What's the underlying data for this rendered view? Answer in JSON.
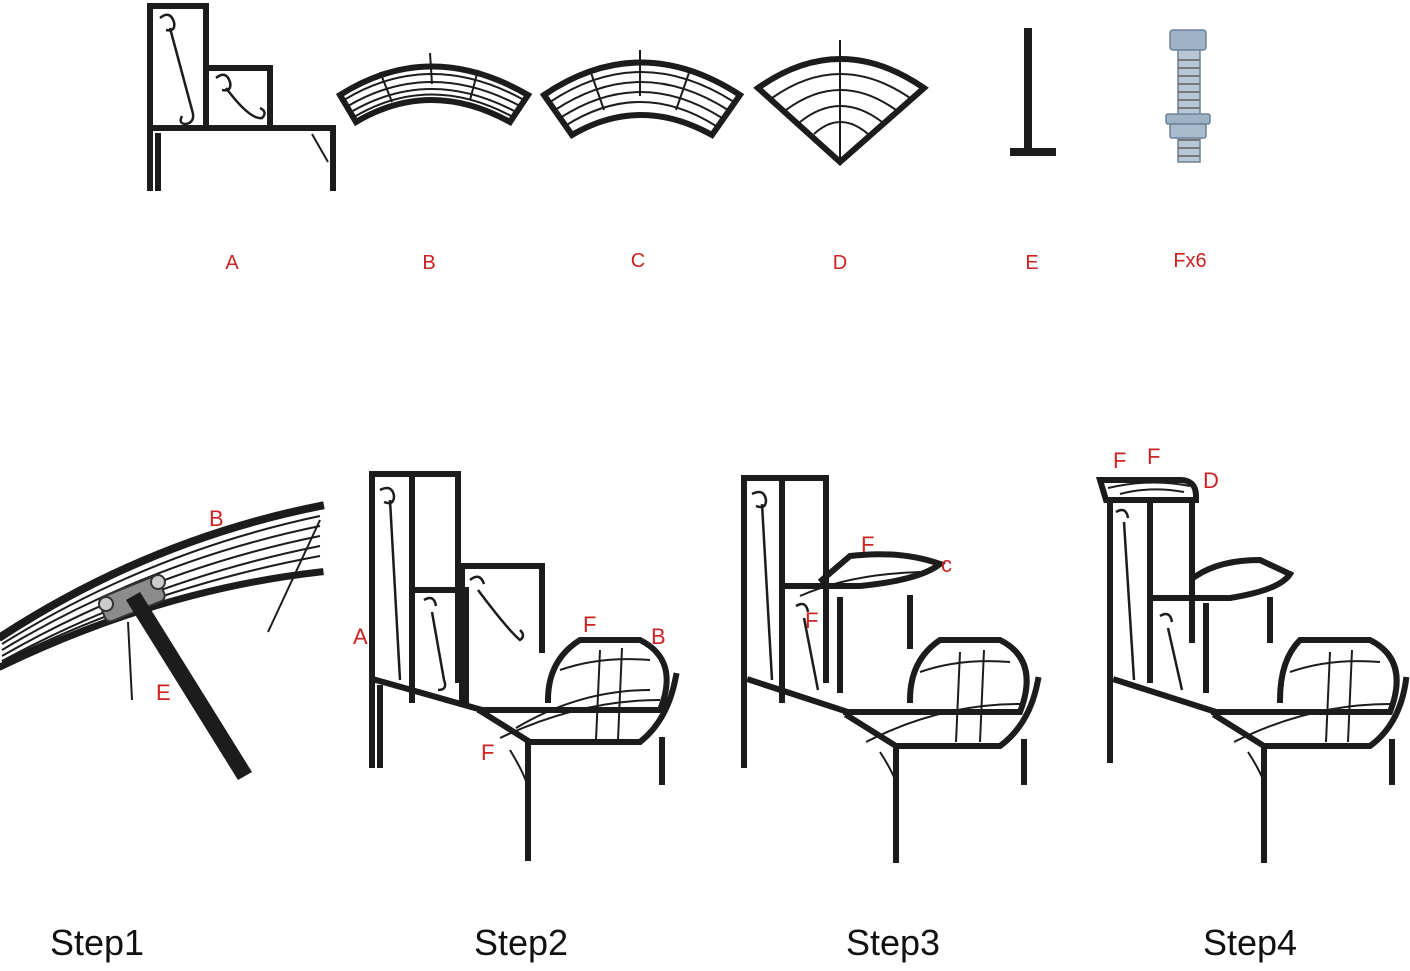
{
  "parts": {
    "a": "A",
    "b": "B",
    "c": "C",
    "d": "D",
    "e": "E",
    "f": "Fx6"
  },
  "steps": {
    "step1": {
      "title": "Step1",
      "labels": [
        "B",
        "E"
      ]
    },
    "step2": {
      "title": "Step2",
      "labels": [
        "A",
        "F",
        "B",
        "F"
      ]
    },
    "step3": {
      "title": "Step3",
      "labels": [
        "F",
        "c",
        "F"
      ]
    },
    "step4": {
      "title": "Step4",
      "labels": [
        "F",
        "F",
        "D"
      ]
    }
  },
  "colors": {
    "label_red": "#cc2222",
    "frame_black": "#1c1c1c",
    "bolt_silver": "#9fb3c6"
  }
}
